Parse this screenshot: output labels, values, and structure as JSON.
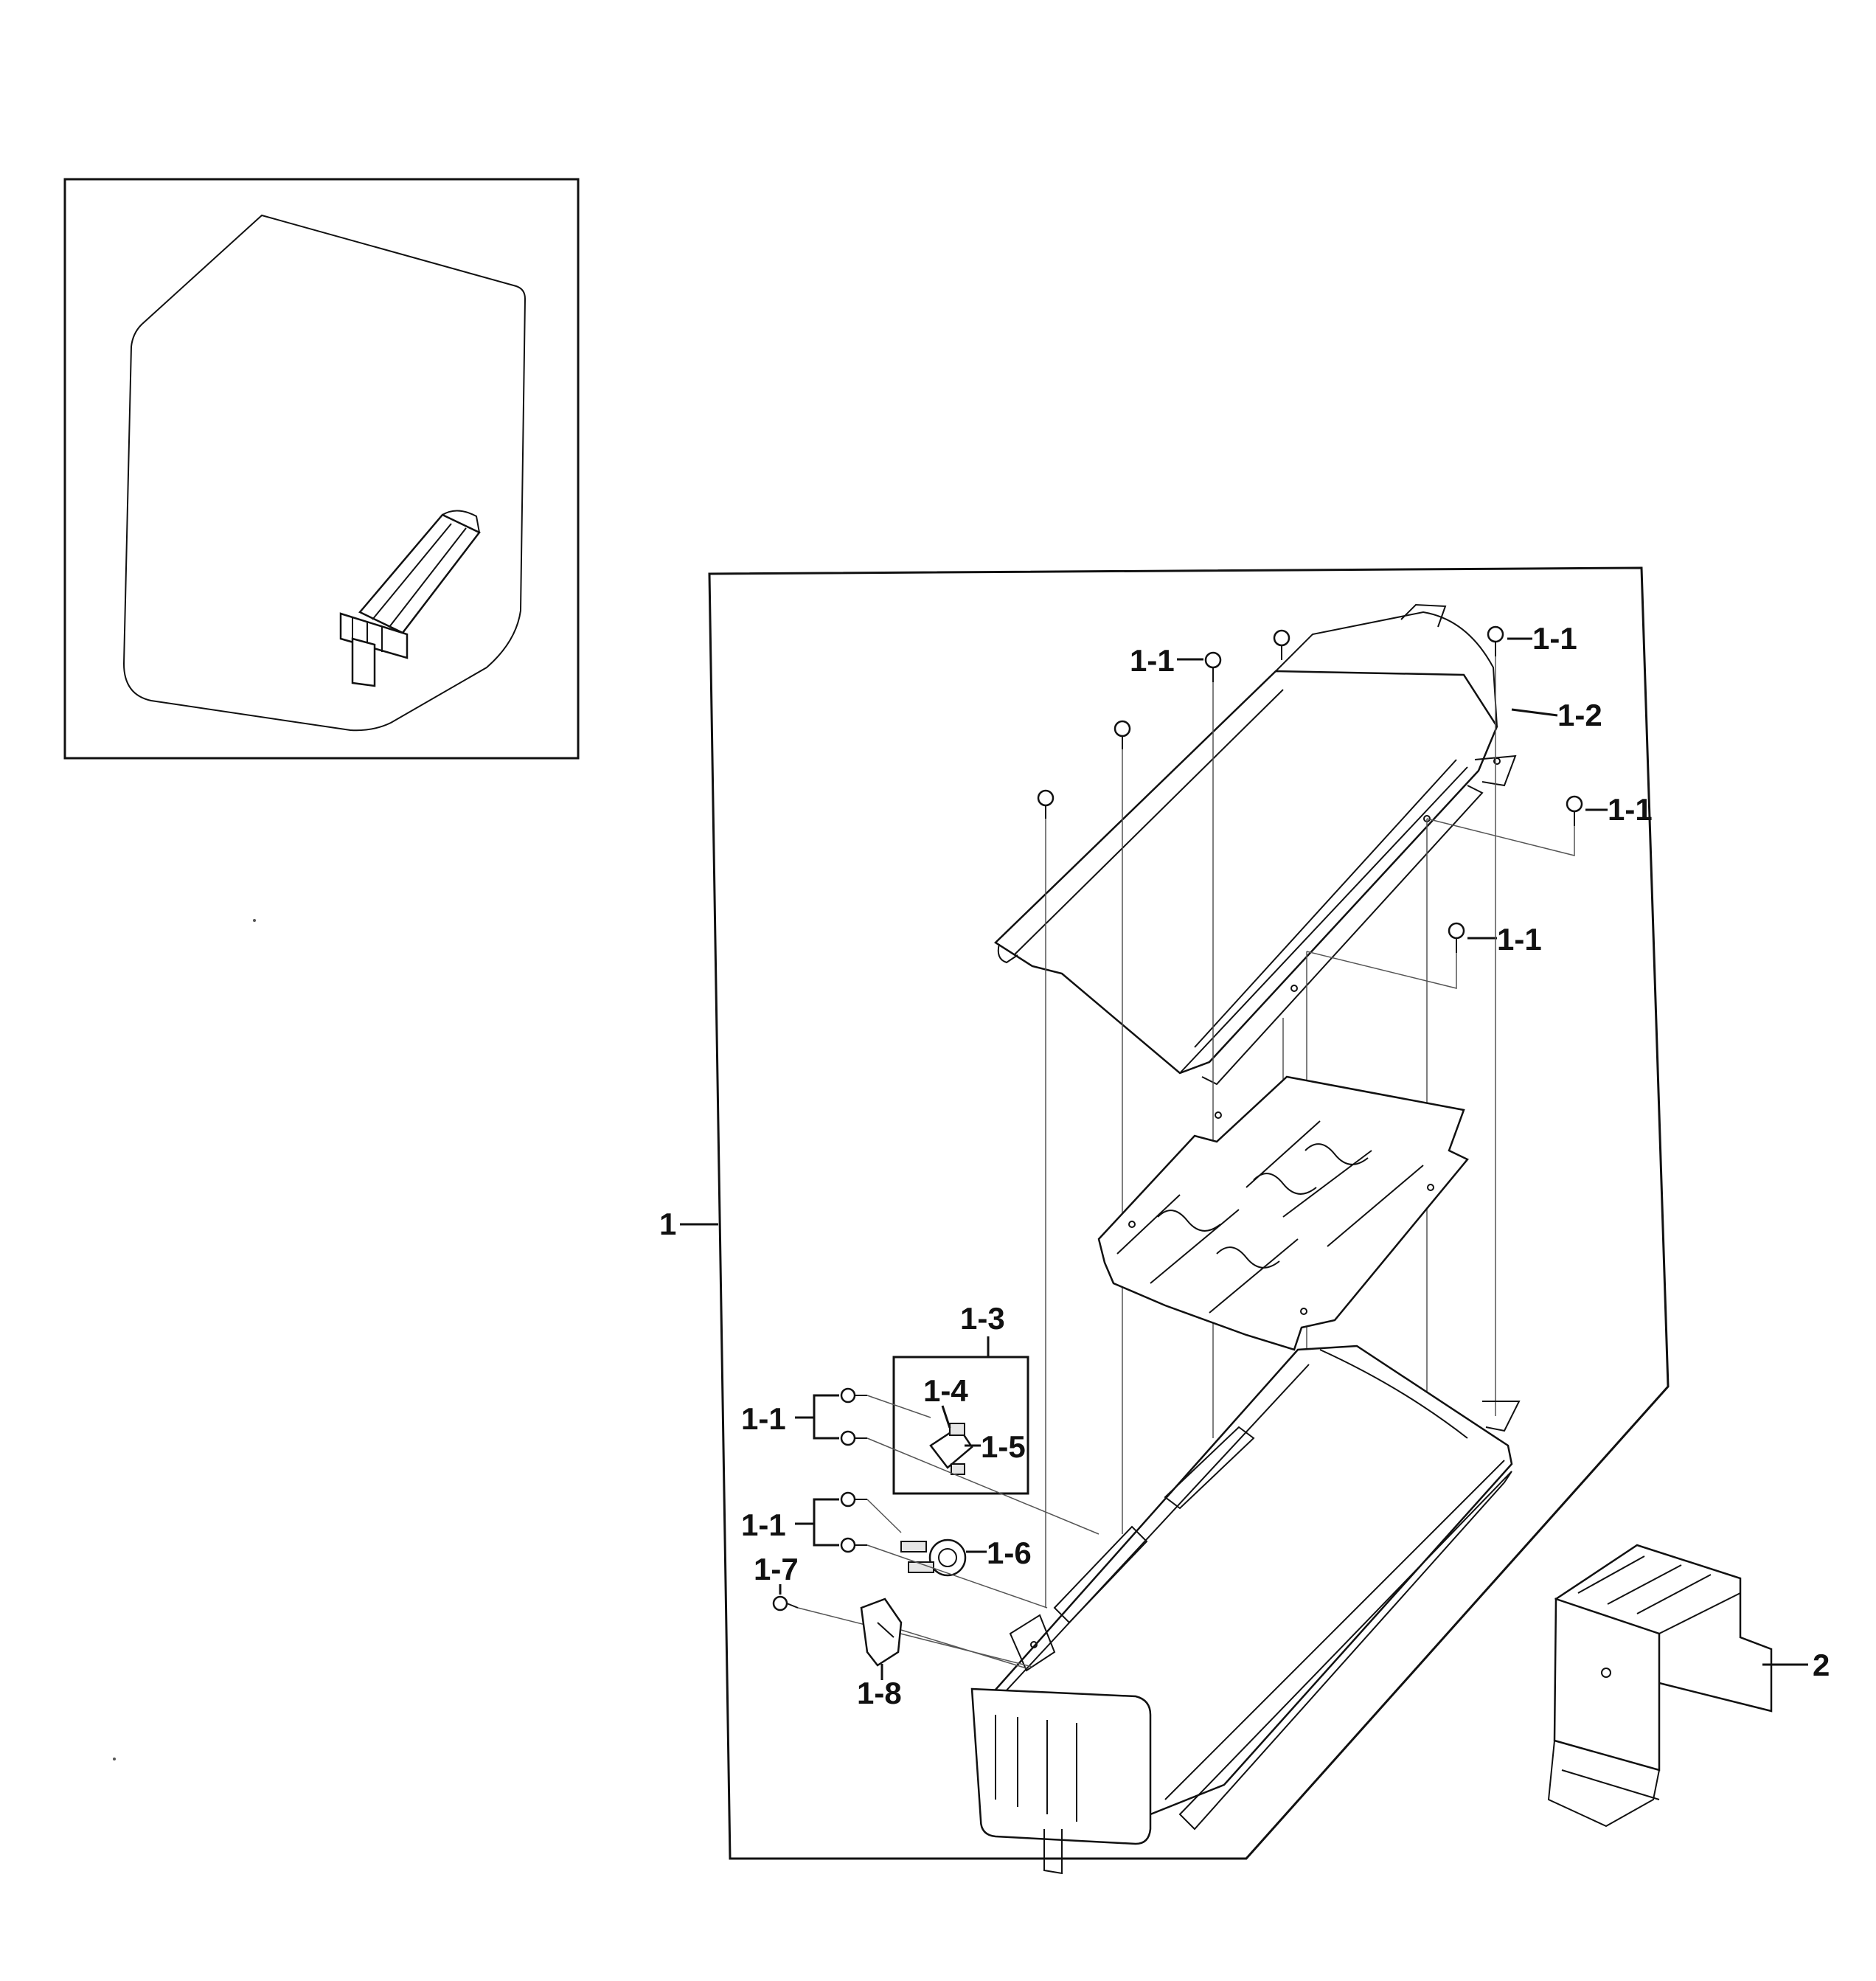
{
  "labels": {
    "assembly": "1",
    "screw": "1-1",
    "duct_cover": "1-2",
    "thermostat_kit": "1-3",
    "thermostat_hi": "1-4",
    "thermostat_limit": "1-5",
    "thermal_fuse": "1-6",
    "ground_screw": "1-7",
    "terminal_block": "1-8",
    "bracket": "2"
  },
  "colors": {
    "ink": "#111111",
    "paper": "#ffffff"
  }
}
